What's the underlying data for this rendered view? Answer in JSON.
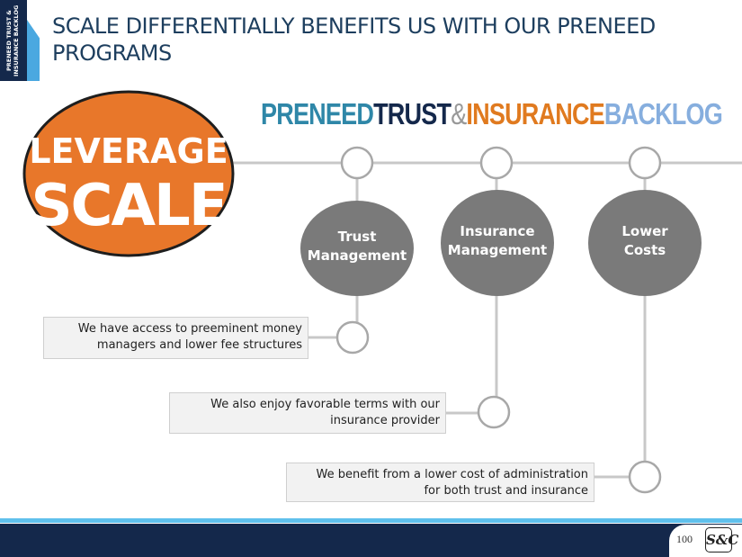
{
  "side_tab": {
    "line1": "PRENEED TRUST &",
    "line2": "INSURANCE BACKLOG"
  },
  "title": "SCALE DIFFERENTIALLY BENEFITS US WITH OUR PRENEED PROGRAMS",
  "headline": {
    "part1": "PRENEED",
    "part2": "TRUST",
    "part3": "&",
    "part4": "INSURANCE",
    "part5": "BACKLOG"
  },
  "leverage": {
    "line1": "LEVERAGE",
    "line2": "SCALE"
  },
  "pillars": [
    {
      "line1": "Trust",
      "line2": "Management"
    },
    {
      "line1": "Insurance",
      "line2": "Management"
    },
    {
      "line1": "Lower",
      "line2": "Costs"
    }
  ],
  "benefits": [
    {
      "line1": "We have access to preeminent money",
      "line2": "managers and lower fee structures"
    },
    {
      "line1": "We also enjoy favorable terms with our",
      "line2": "insurance provider"
    },
    {
      "line1": "We benefit from a lower cost of administration",
      "line2": "for both trust and insurance"
    }
  ],
  "footer": {
    "page_number": "100",
    "logo_text": "S&C"
  },
  "colors": {
    "navy": "#14284b",
    "orange": "#e07a1f",
    "gray": "#7a7a7a",
    "light_blue": "#5fc0ec"
  }
}
